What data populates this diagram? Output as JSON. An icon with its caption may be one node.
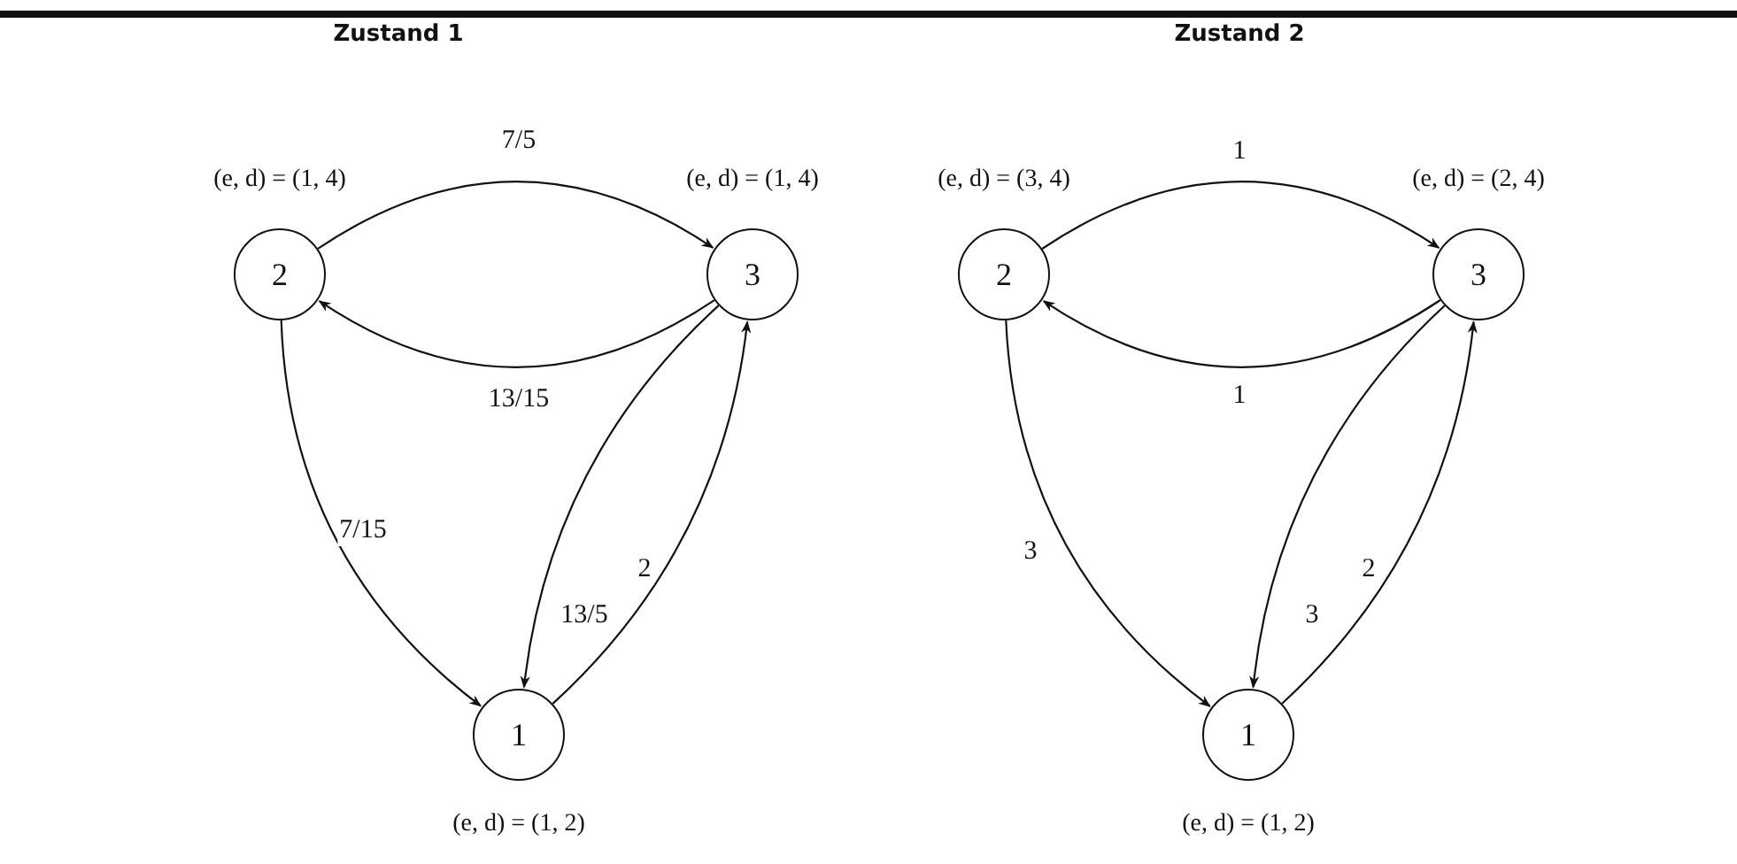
{
  "diagram": {
    "nodes": [
      {
        "text": [
          "2"
        ],
        "beside": [
          "(e, d) = (1, 4)"
        ]
      },
      {
        "text": [
          "3"
        ],
        "beside": [
          "(e, d) = (1, 4)"
        ]
      },
      {
        "text": [
          "1"
        ],
        "beside": [
          "(e, d) = (1, 2)"
        ]
      },
      {
        "text": [
          "2"
        ],
        "beside": [
          "(e, d) = (3, 4)"
        ]
      },
      {
        "text": [
          "3"
        ],
        "beside": [
          "(e, d) = (2, 4)"
        ]
      },
      {
        "text": [
          "1"
        ],
        "beside": [
          "(e, d) = (1, 2)"
        ]
      }
    ],
    "edges": [
      {
        "from": 0,
        "to": 1,
        "arrow": "to",
        "label": "7/5"
      },
      {
        "from": 1,
        "to": 0,
        "arrow": "to",
        "label": "13/15"
      },
      {
        "from": 0,
        "to": 2,
        "arrow": "to",
        "label": "7/15"
      },
      {
        "from": 1,
        "to": 2,
        "arrow": "to",
        "label": "13/5"
      },
      {
        "from": 2,
        "to": 1,
        "arrow": "to",
        "label": "2"
      },
      {
        "from": 3,
        "to": 4,
        "arrow": "to",
        "label": "1"
      },
      {
        "from": 4,
        "to": 3,
        "arrow": "to",
        "label": "1"
      },
      {
        "from": 3,
        "to": 5,
        "arrow": "to",
        "label": "3"
      },
      {
        "from": 4,
        "to": 5,
        "arrow": "to",
        "label": "3"
      },
      {
        "from": 5,
        "to": 4,
        "arrow": "to",
        "label": "2"
      }
    ],
    "labels": [
      "Zustand 1",
      "Zustand 2"
    ]
  }
}
